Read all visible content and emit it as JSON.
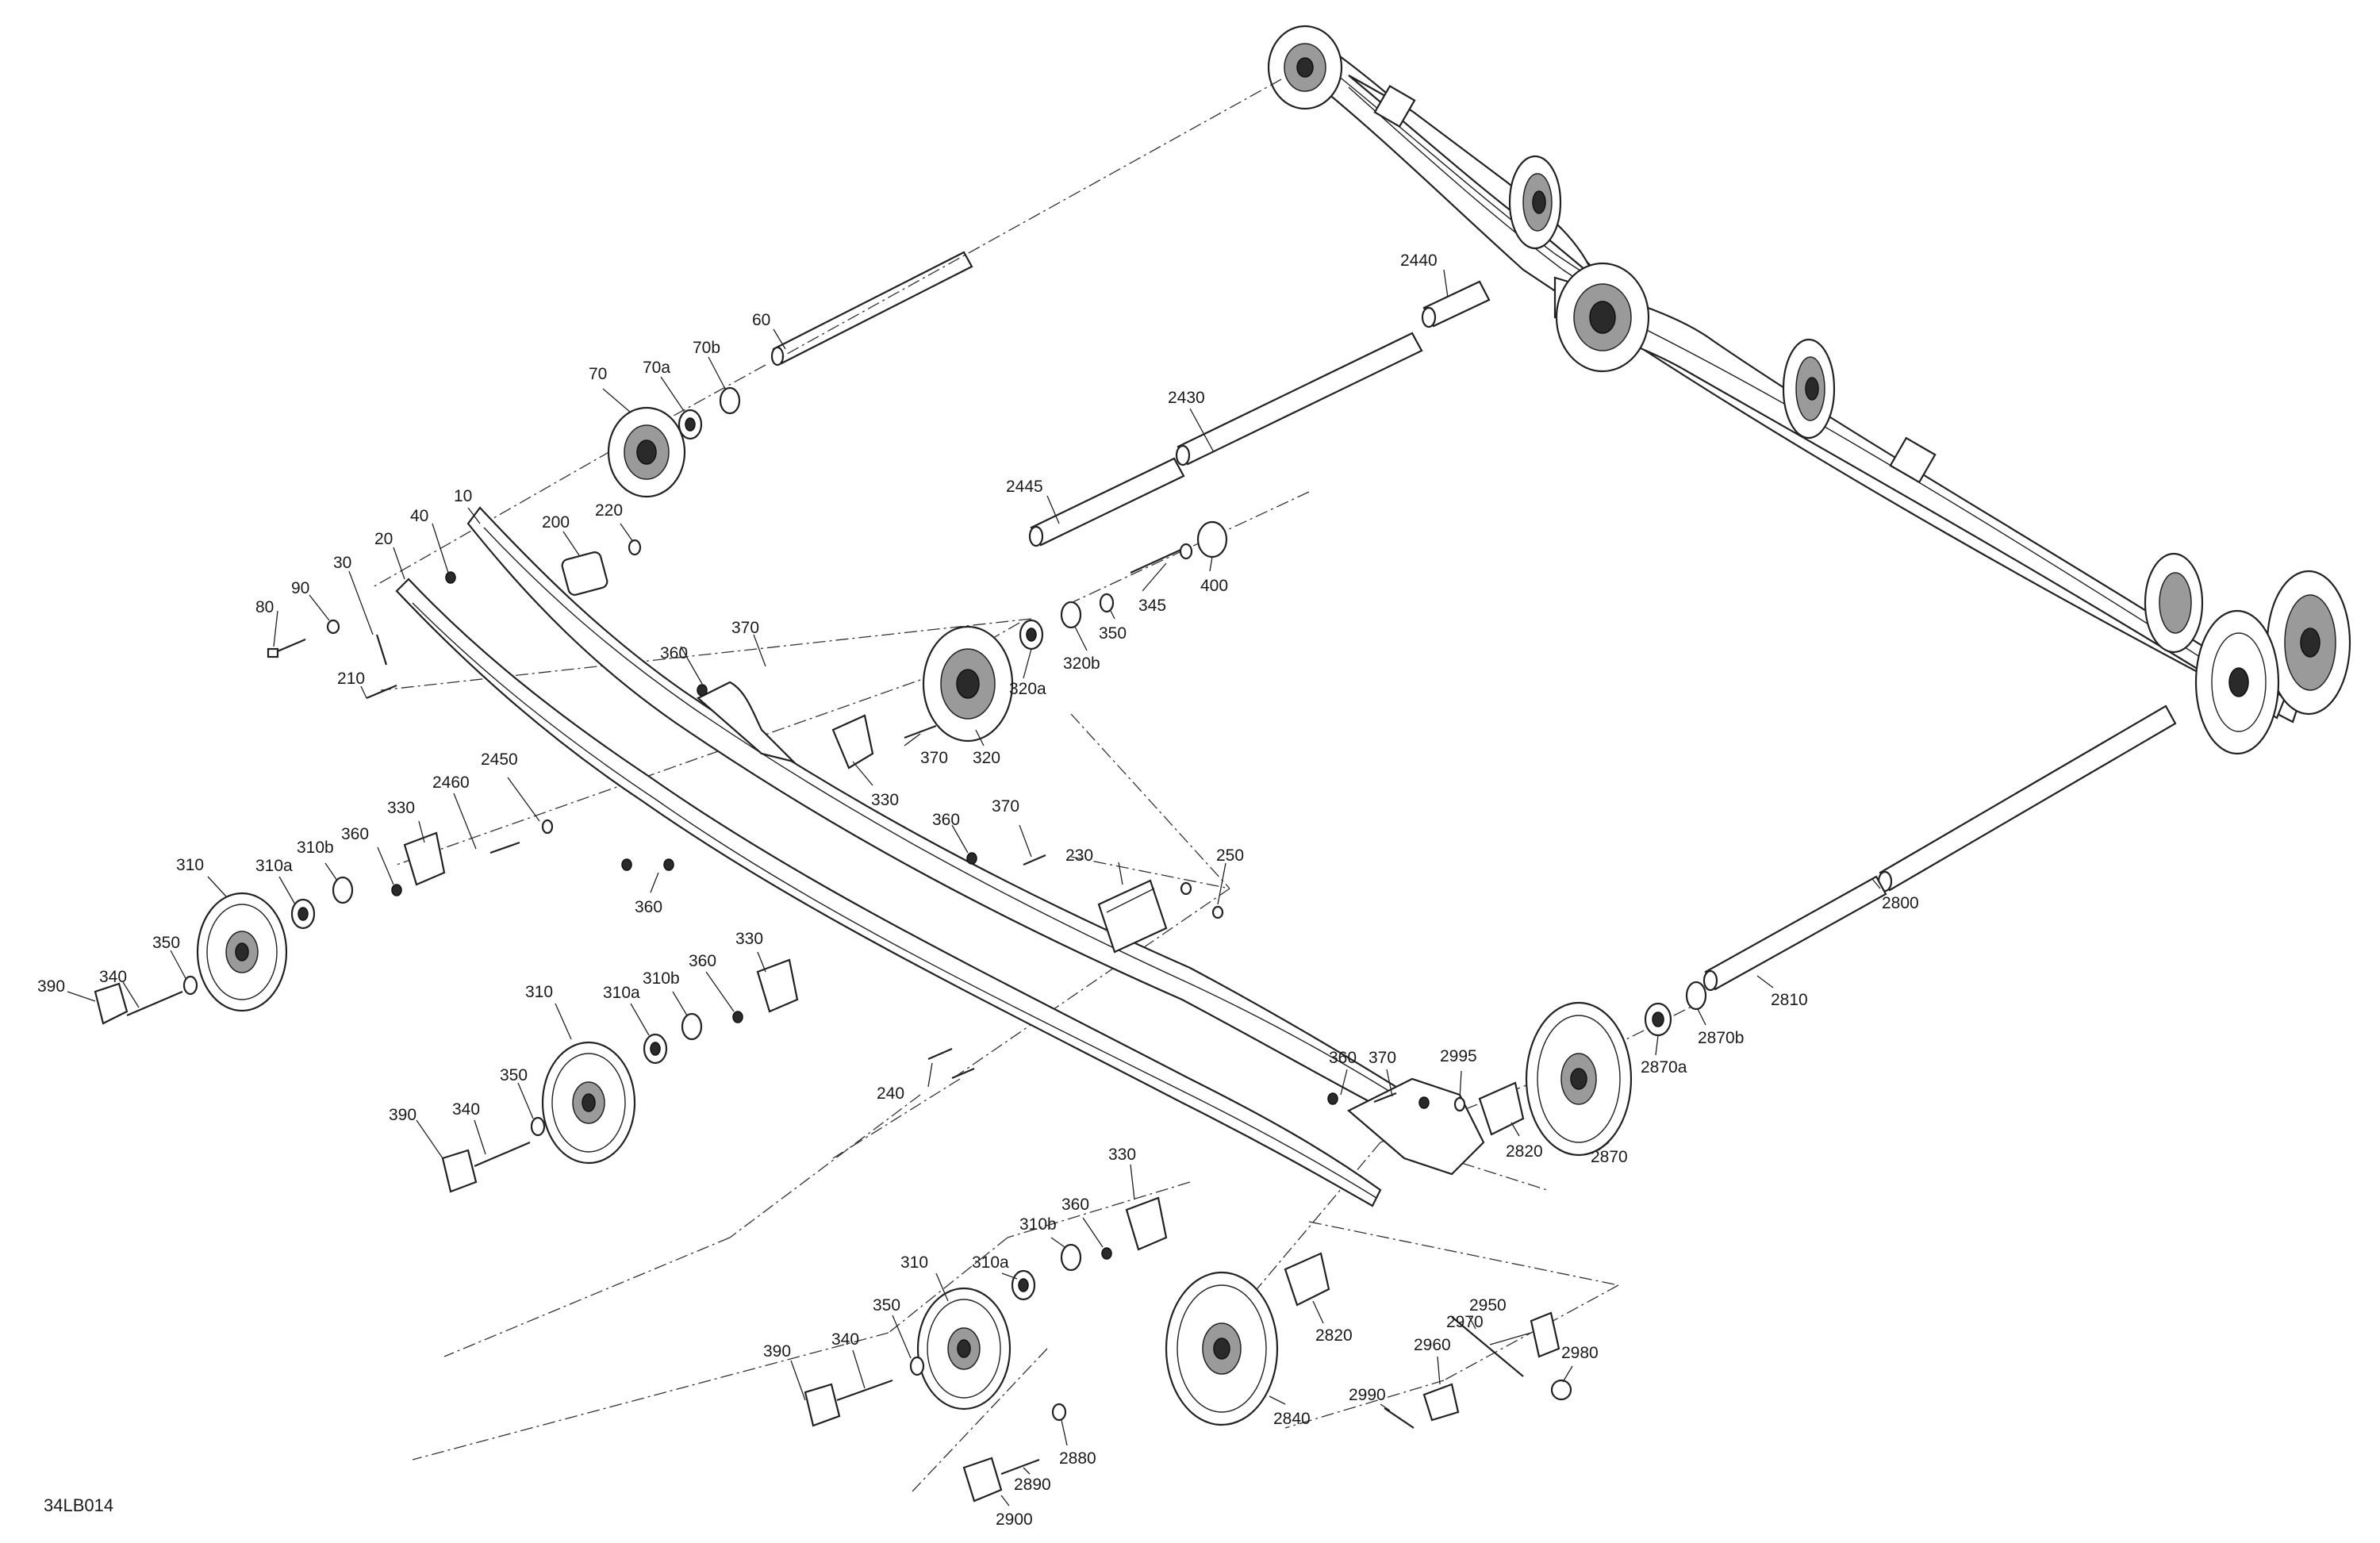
{
  "drawing_code": "34LB014",
  "callouts": [
    {
      "id": "c60",
      "text": "60"
    },
    {
      "id": "c70",
      "text": "70"
    },
    {
      "id": "c70a",
      "text": "70a"
    },
    {
      "id": "c70b",
      "text": "70b"
    },
    {
      "id": "c10",
      "text": "10"
    },
    {
      "id": "c20",
      "text": "20"
    },
    {
      "id": "c30",
      "text": "30"
    },
    {
      "id": "c40",
      "text": "40"
    },
    {
      "id": "c80",
      "text": "80"
    },
    {
      "id": "c90",
      "text": "90"
    },
    {
      "id": "c200",
      "text": "200"
    },
    {
      "id": "c210",
      "text": "210"
    },
    {
      "id": "c220",
      "text": "220"
    },
    {
      "id": "c230",
      "text": "230"
    },
    {
      "id": "c240",
      "text": "240"
    },
    {
      "id": "c250",
      "text": "250"
    },
    {
      "id": "c2430",
      "text": "2430"
    },
    {
      "id": "c2440",
      "text": "2440"
    },
    {
      "id": "c2445",
      "text": "2445"
    },
    {
      "id": "c2450",
      "text": "2450"
    },
    {
      "id": "c2460",
      "text": "2460"
    },
    {
      "id": "c320",
      "text": "320"
    },
    {
      "id": "c320a",
      "text": "320a"
    },
    {
      "id": "c320b",
      "text": "320b"
    },
    {
      "id": "c345",
      "text": "345"
    },
    {
      "id": "c350a",
      "text": "350"
    },
    {
      "id": "c400",
      "text": "400"
    },
    {
      "id": "c360a",
      "text": "360"
    },
    {
      "id": "c370a",
      "text": "370"
    },
    {
      "id": "c370b",
      "text": "370"
    },
    {
      "id": "c330a",
      "text": "330"
    },
    {
      "id": "c360b",
      "text": "360"
    },
    {
      "id": "c370c",
      "text": "370"
    },
    {
      "id": "c360c",
      "text": "360"
    },
    {
      "id": "c330b",
      "text": "330"
    },
    {
      "id": "c360d",
      "text": "360"
    },
    {
      "id": "c310a",
      "text": "310"
    },
    {
      "id": "c310aa",
      "text": "310a"
    },
    {
      "id": "c310ba",
      "text": "310b"
    },
    {
      "id": "c350b",
      "text": "350"
    },
    {
      "id": "c340a",
      "text": "340"
    },
    {
      "id": "c390a",
      "text": "390"
    },
    {
      "id": "c330c",
      "text": "330"
    },
    {
      "id": "c360e",
      "text": "360"
    },
    {
      "id": "c310b",
      "text": "310"
    },
    {
      "id": "c310ab",
      "text": "310a"
    },
    {
      "id": "c310bb",
      "text": "310b"
    },
    {
      "id": "c350c",
      "text": "350"
    },
    {
      "id": "c340b",
      "text": "340"
    },
    {
      "id": "c390b",
      "text": "390"
    },
    {
      "id": "c330d",
      "text": "330"
    },
    {
      "id": "c360f",
      "text": "360"
    },
    {
      "id": "c310c",
      "text": "310"
    },
    {
      "id": "c310ac",
      "text": "310a"
    },
    {
      "id": "c310bc",
      "text": "310b"
    },
    {
      "id": "c350d",
      "text": "350"
    },
    {
      "id": "c340c",
      "text": "340"
    },
    {
      "id": "c390c",
      "text": "390"
    },
    {
      "id": "c2800",
      "text": "2800"
    },
    {
      "id": "c2810",
      "text": "2810"
    },
    {
      "id": "c2870",
      "text": "2870"
    },
    {
      "id": "c2870a",
      "text": "2870a"
    },
    {
      "id": "c2870b",
      "text": "2870b"
    },
    {
      "id": "c2820a",
      "text": "2820"
    },
    {
      "id": "c2995",
      "text": "2995"
    },
    {
      "id": "c360g",
      "text": "360"
    },
    {
      "id": "c370d",
      "text": "370"
    },
    {
      "id": "c2820b",
      "text": "2820"
    },
    {
      "id": "c2840",
      "text": "2840"
    },
    {
      "id": "c2880",
      "text": "2880"
    },
    {
      "id": "c2890",
      "text": "2890"
    },
    {
      "id": "c2900",
      "text": "2900"
    },
    {
      "id": "c2950",
      "text": "2950"
    },
    {
      "id": "c2960",
      "text": "2960"
    },
    {
      "id": "c2970",
      "text": "2970"
    },
    {
      "id": "c2980",
      "text": "2980"
    },
    {
      "id": "c2990",
      "text": "2990"
    }
  ]
}
